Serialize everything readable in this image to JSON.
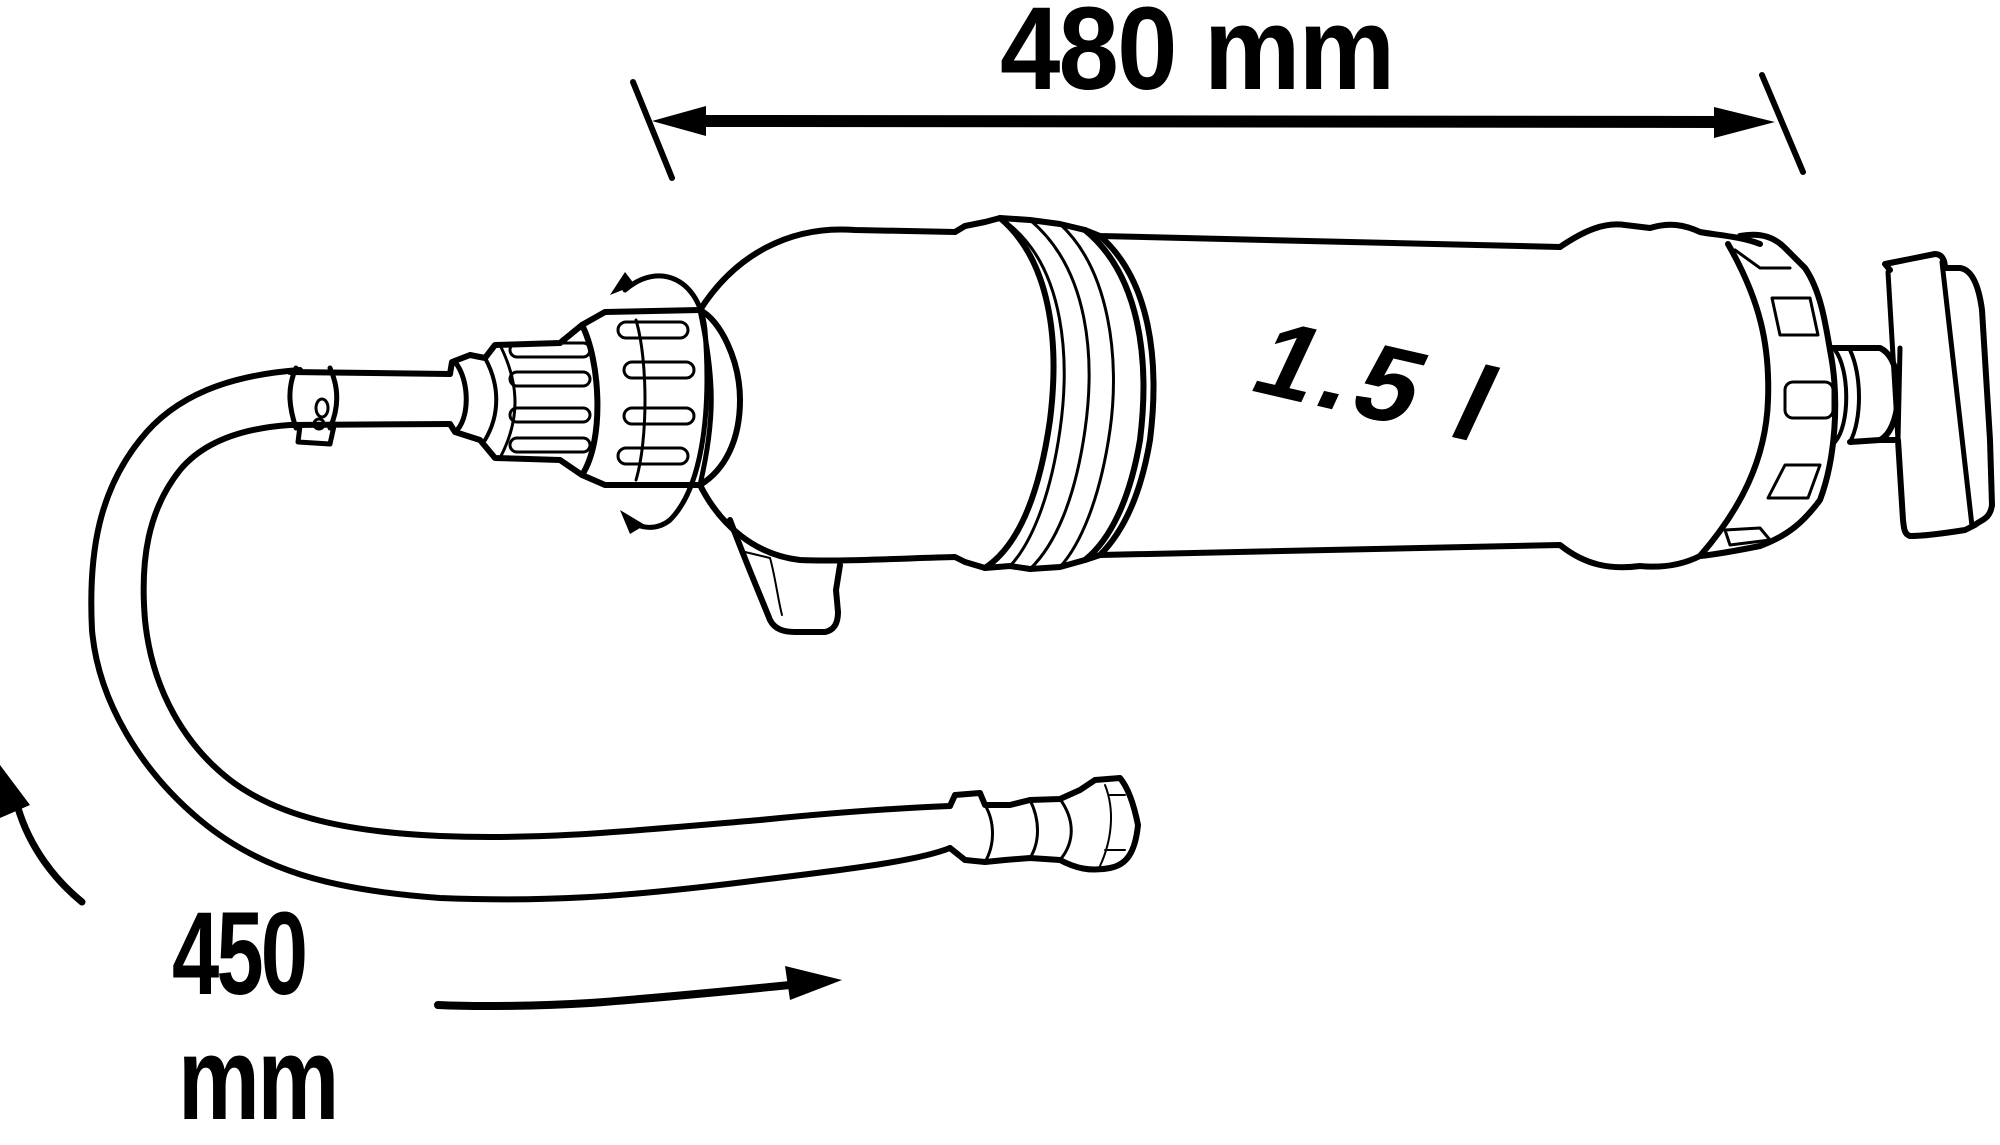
{
  "figure": {
    "subject": "fluid extraction pump with suction hose",
    "stroke_color": "#000000",
    "background_color": "#ffffff"
  },
  "dimensions": {
    "pump_length": {
      "value": "480",
      "unit": "mm",
      "text": "480 mm"
    },
    "hose_length": {
      "value": "450",
      "unit": "mm"
    }
  },
  "body_label": {
    "capacity": "1.5 l"
  },
  "icons": {
    "dimension_arrow_horizontal": "double-headed-arrow",
    "hose_arrow": "curved-arrow-right",
    "rotation_arrows": "rotate-icon"
  }
}
